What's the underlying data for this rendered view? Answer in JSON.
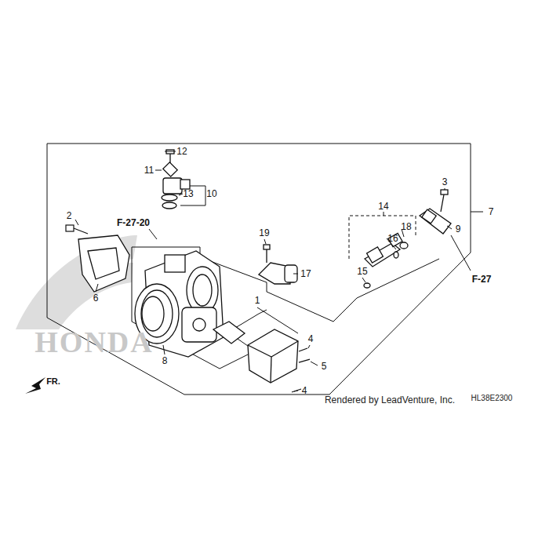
{
  "diagram": {
    "labels": [
      "12",
      "11",
      "13",
      "10",
      "2",
      "F-27-20",
      "19",
      "17",
      "6",
      "1",
      "8",
      "4",
      "5",
      "4",
      "14",
      "18",
      "16",
      "15",
      "3",
      "9",
      "7",
      "F-27",
      "HONDA",
      "FR.",
      "Rendered by LeadVenture, Inc.",
      "HL38E2300"
    ]
  }
}
